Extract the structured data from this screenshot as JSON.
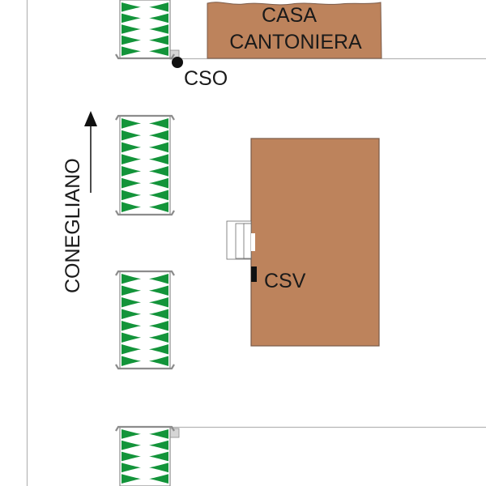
{
  "diagram": {
    "title": "Site plan",
    "labels": {
      "casa_line1": "CASA",
      "casa_line2": "CANTONIERA",
      "cso": "CSO",
      "csv": "CSV",
      "direction": "CONEGLIANO"
    },
    "colors": {
      "building_fill": "#bd835c",
      "building_stroke": "#7a5a48",
      "tree_green": "#13943a",
      "road_line": "#b5b5b5",
      "planter_border": "#8c8c8c",
      "marker_black": "#111111"
    },
    "planters": [
      {
        "id": "planter-1",
        "teeth_per_side": 5
      },
      {
        "id": "planter-2",
        "teeth_per_side": 8
      },
      {
        "id": "planter-3",
        "teeth_per_side": 8
      },
      {
        "id": "planter-4",
        "teeth_per_side": 5
      }
    ],
    "markers": [
      {
        "id": "cso",
        "type": "dot"
      },
      {
        "id": "csv",
        "type": "rect"
      }
    ],
    "arrow_direction": "up"
  }
}
